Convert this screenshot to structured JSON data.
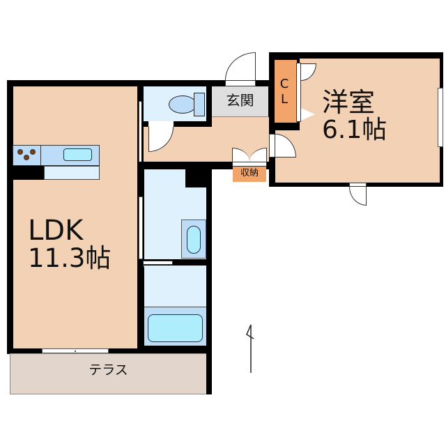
{
  "floor_plan": {
    "rooms": {
      "ldk": {
        "name": "LDK",
        "size": "11.3帖"
      },
      "western": {
        "name": "洋室",
        "size": "6.1帖"
      },
      "entrance": {
        "name": "玄関"
      },
      "closet": {
        "name_line1": "C",
        "name_line2": "L"
      },
      "storage": {
        "name": "収納"
      },
      "terrace": {
        "name": "テラス"
      }
    },
    "colors": {
      "room_fill": "#f2d1b5",
      "wet_area_fill": "#dff1fd",
      "entrance_fill": "#dedede",
      "storage_fill": "#f2a46b",
      "terrace_fill": "#e2d6cc",
      "wall": "#000000"
    }
  }
}
